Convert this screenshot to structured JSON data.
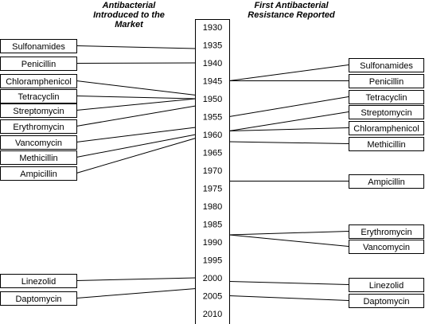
{
  "headers": {
    "left": [
      "Antibacterial",
      "Introduced to the",
      "Market"
    ],
    "right": [
      "First Antibacterial",
      "Resistance Reported"
    ]
  },
  "timeline": {
    "years": [
      "1930",
      "1935",
      "1940",
      "1945",
      "1950",
      "1955",
      "1960",
      "1965",
      "1970",
      "1975",
      "1980",
      "1985",
      "1990",
      "1995",
      "2000",
      "2005",
      "2010"
    ]
  },
  "introduced": [
    {
      "label": "Sulfonamides",
      "year": 1936
    },
    {
      "label": "Penicillin",
      "year": 1940
    },
    {
      "label": "Chloramphenicol",
      "year": 1949
    },
    {
      "label": "Tetracyclin",
      "year": 1950
    },
    {
      "label": "Streptomycin",
      "year": 1950
    },
    {
      "label": "Erythromycin",
      "year": 1952
    },
    {
      "label": "Vancomycin",
      "year": 1958
    },
    {
      "label": "Methicillin",
      "year": 1960
    },
    {
      "label": "Ampicillin",
      "year": 1961
    },
    {
      "label": "Linezolid",
      "year": 2000
    },
    {
      "label": "Daptomycin",
      "year": 2003
    }
  ],
  "resistance": [
    {
      "label": "Sulfonamides",
      "year": 1945
    },
    {
      "label": "Penicillin",
      "year": 1945
    },
    {
      "label": "Tetracyclin",
      "year": 1955
    },
    {
      "label": "Streptomycin",
      "year": 1959
    },
    {
      "label": "Chloramphenicol",
      "year": 1959
    },
    {
      "label": "Methicillin",
      "year": 1962
    },
    {
      "label": "Ampicillin",
      "year": 1973
    },
    {
      "label": "Erythromycin",
      "year": 1988
    },
    {
      "label": "Vancomycin",
      "year": 1988
    },
    {
      "label": "Linezolid",
      "year": 2001
    },
    {
      "label": "Daptomycin",
      "year": 2005
    }
  ]
}
